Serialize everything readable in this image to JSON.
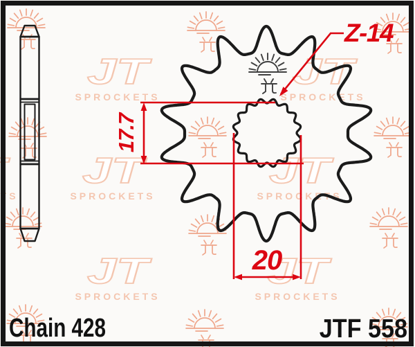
{
  "drawing": {
    "tooth_count_label": "Z-14",
    "bore_height_dim": "17.7",
    "bore_width_dim": "20",
    "chain_label": "Chain 428",
    "part_number": "JTF 558"
  },
  "watermark": {
    "logo_text": "JT",
    "subtext": "SPROCKETS"
  },
  "colors": {
    "dimension_red": "#dc0612",
    "drawing_black": "#1b1b1b",
    "watermark_peach": "#efa68b",
    "watermark_peach_light": "#f4c6b0",
    "stamp_gray": "#3f3f3f"
  }
}
